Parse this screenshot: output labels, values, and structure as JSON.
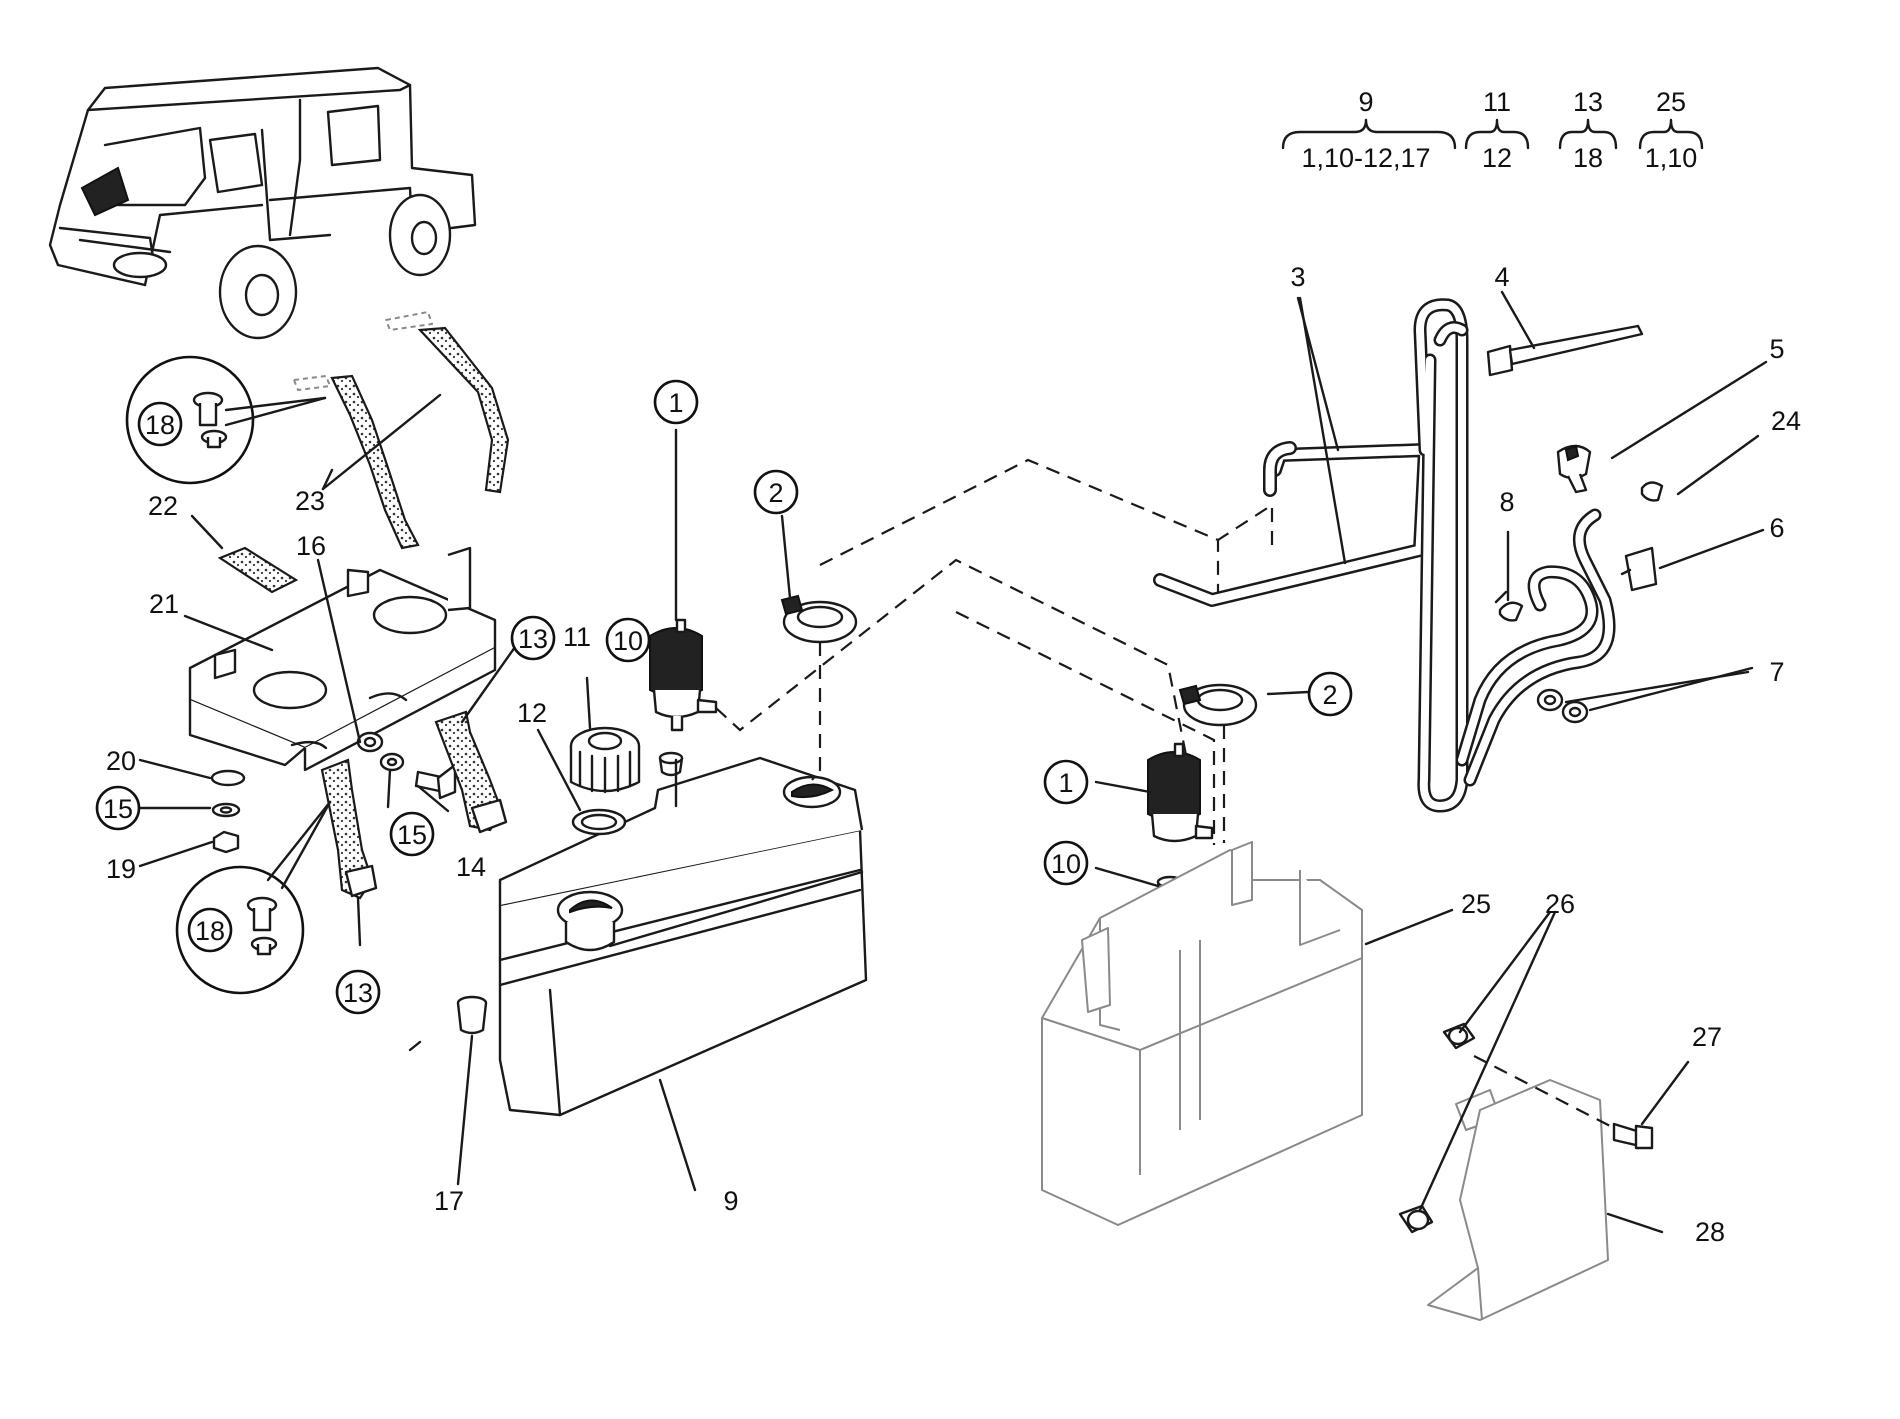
{
  "ref_groups": [
    {
      "top": "9",
      "bottom": "1,10-12,17"
    },
    {
      "top": "11",
      "bottom": "12"
    },
    {
      "top": "13",
      "bottom": "18"
    },
    {
      "top": "25",
      "bottom": "1,10"
    }
  ],
  "callouts": {
    "p1a": "1",
    "p1b": "1",
    "p2a": "2",
    "p2b": "2",
    "p3": "3",
    "p4": "4",
    "p5": "5",
    "p6": "6",
    "p7": "7",
    "p8": "8",
    "p9": "9",
    "p10a": "10",
    "p10b": "10",
    "p11": "11",
    "p12": "12",
    "p13a": "13",
    "p13b": "13",
    "p14": "14",
    "p15a": "15",
    "p15b": "15",
    "p16": "16",
    "p17": "17",
    "p18a": "18",
    "p18b": "18",
    "p19": "19",
    "p20": "20",
    "p21": "21",
    "p22": "22",
    "p23": "23",
    "p24": "24",
    "p25": "25",
    "p26": "26",
    "p27": "27",
    "p28": "28"
  }
}
